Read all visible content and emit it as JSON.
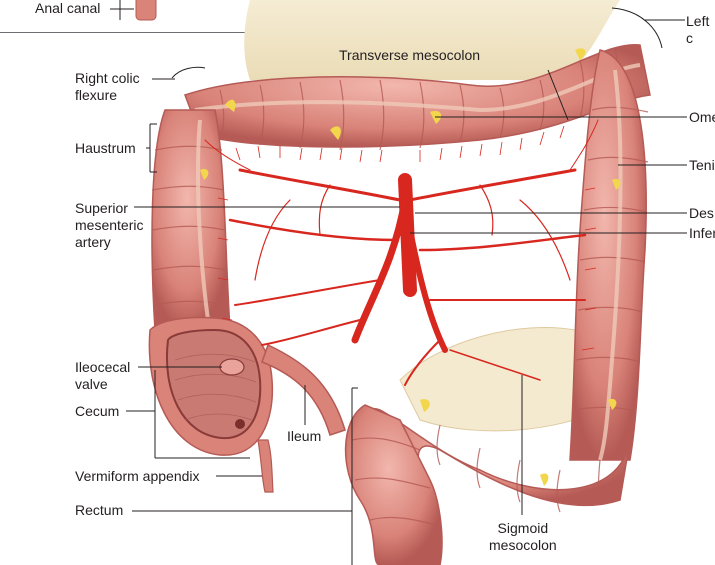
{
  "figure": {
    "labels": {
      "anal_canal": "Anal canal",
      "left_colic_flexure": "Left c",
      "transverse_mesocolon": "Transverse mesocolon",
      "omentum": "Ome",
      "teniae": "Teni",
      "right_colic_flexure": "Right colic\nflexure",
      "haustrum": "Haustrum",
      "superior_mesenteric_artery": "Superior\nmesenteric\nartery",
      "descending": "Des",
      "inferior": "Infer",
      "ileocecal_valve": "Ileocecal\nvalve",
      "cecum": "Cecum",
      "ileum": "Ileum",
      "vermiform_appendix": "Vermiform appendix",
      "rectum": "Rectum",
      "sigmoid_mesocolon": "Sigmoid\nmesocolon"
    },
    "colors": {
      "colon": "#d98379",
      "colon_dark": "#b55a55",
      "colon_light": "#ecaaa0",
      "artery": "#d8271e",
      "mesentery": "#efe3c4",
      "fat": "#f2d64b",
      "leader": "#231f20"
    }
  }
}
